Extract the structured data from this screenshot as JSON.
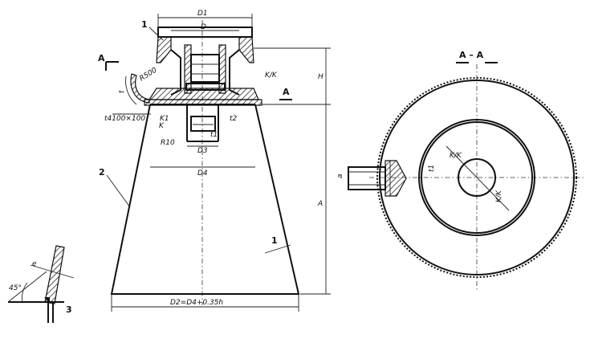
{
  "labels": {
    "d1": "D1",
    "d": "D",
    "part_1_top": "1",
    "part_2": "2",
    "part_1_side": "1",
    "part_3": "3",
    "section_marker_left": "A",
    "section_marker_right": "A",
    "section_title": "A – A",
    "dim_h": "H",
    "dim_a": "A",
    "dim_r500": "R500",
    "dim_d3": "D3",
    "dim_d4": "D4",
    "dim_d2": "D2=D4+0.35h",
    "plate": "t4100×100",
    "k": "K",
    "k1": "K1",
    "r10": "R10",
    "t": "t",
    "t1": "t1",
    "t2": "t2",
    "angle_45": "45°",
    "e": "e",
    "a": "a",
    "k_over_k": "K/K"
  }
}
